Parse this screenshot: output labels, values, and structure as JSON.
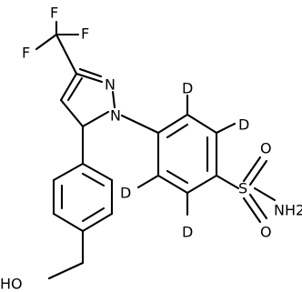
{
  "molecule": {
    "labels": {
      "f1": "F",
      "f2": "F",
      "f3": "F",
      "n1": "N",
      "n2": "N",
      "d1": "D",
      "d2": "D",
      "d3": "D",
      "d4": "D",
      "s": "S",
      "o1": "O",
      "o2": "O",
      "nh2": "NH2",
      "ho": "HO"
    },
    "colors": {
      "line": "#000000",
      "background": "#ffffff"
    }
  }
}
